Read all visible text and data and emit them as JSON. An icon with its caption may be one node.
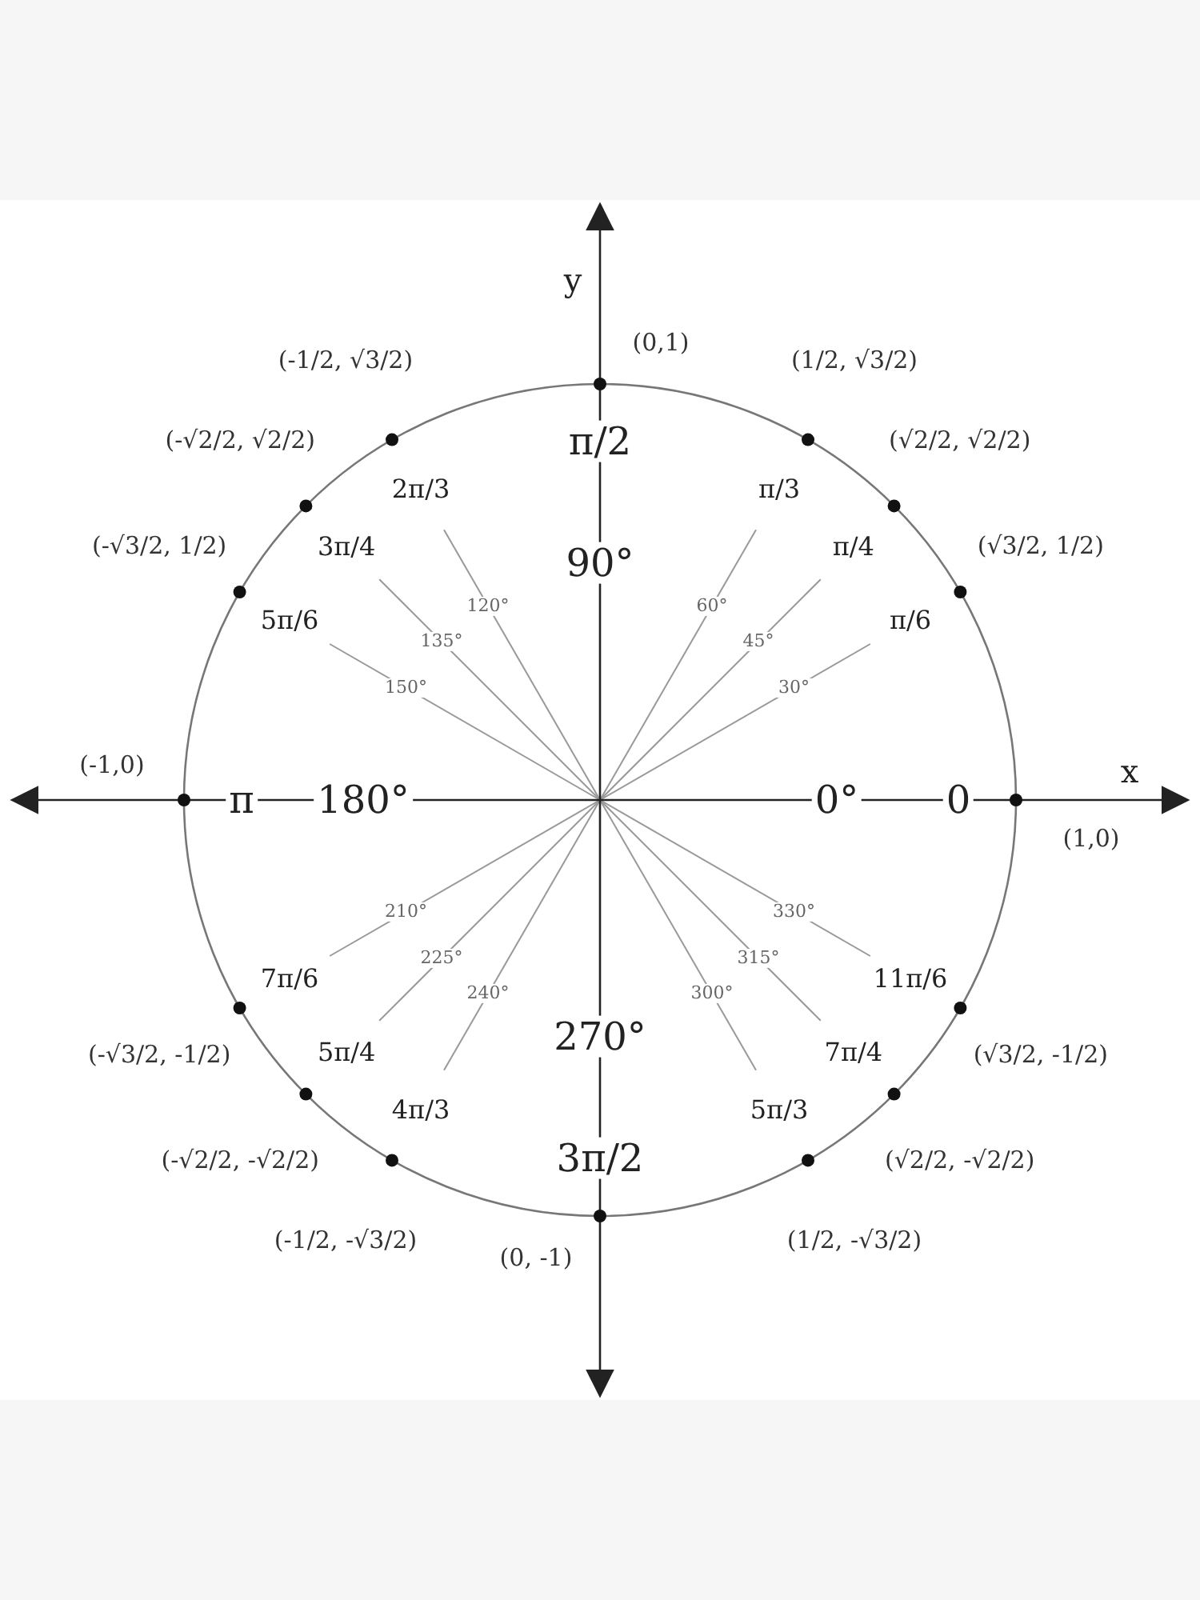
{
  "diagram": {
    "labels": [
      "y",
      "x",
      "(1,0)",
      "0",
      "0°",
      "(√3/2, 1/2)",
      "π/6",
      "30°",
      "(√2/2, √2/2)",
      "π/4",
      "45°",
      "(1/2, √3/2)",
      "π/3",
      "60°",
      "(0,1)",
      "π/2",
      "90°",
      "(-1/2, √3/2)",
      "2π/3",
      "120°",
      "(-√2/2, √2/2)",
      "3π/4",
      "135°",
      "(-√3/2, 1/2)",
      "5π/6",
      "150°",
      "(-1,0)",
      "π",
      "180°",
      "(-√3/2, -1/2)",
      "7π/6",
      "210°",
      "(-√2/2, -√2/2)",
      "5π/4",
      "225°",
      "(-1/2, -√3/2)",
      "4π/3",
      "240°",
      "(0, -1)",
      "3π/2",
      "270°",
      "(1/2, -√3/2)",
      "5π/3",
      "300°",
      "(√2/2, -√2/2)",
      "7π/4",
      "315°",
      "(√3/2, -1/2)",
      "11π/6",
      "330°"
    ]
  }
}
